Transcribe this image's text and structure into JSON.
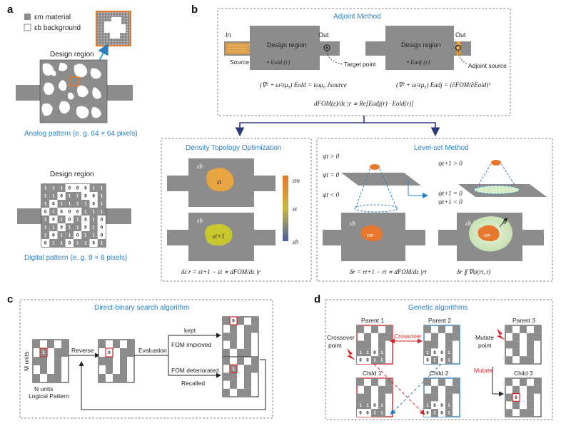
{
  "panels": {
    "a": {
      "letter": "a",
      "legend_material": "εm material",
      "legend_background": "εb background",
      "design_region_top": "Design region",
      "analog_caption": "Analog pattern (e. g. 64 × 64 pixels)",
      "design_region_bottom": "Design region",
      "digital_caption": "Digital pattern (e. g. 8 × 8 pixels)",
      "digital_grid": [
        "11100011",
        "11011001",
        "10111101",
        "01000111",
        "10101010",
        "11011010",
        "10110110",
        "01101101"
      ]
    },
    "b": {
      "letter": "b",
      "adjoint_title": "Adjoint Method",
      "in": "In",
      "out_left": "Out",
      "out_right": "Out",
      "design_region_left": "Design region",
      "design_region_right": "Design region",
      "source": "Source",
      "e_old": "• Eold (r)",
      "target_point": "Target point",
      "e_adj": "• Eadj (r)",
      "adjoint_source": "Adjoint source",
      "eq_old": "(∇² + ω²εμ₀) Eold = iωμ₀ Jsource",
      "eq_adj": "(∇² + ω²εμ₀) Eadj = (∂FOM/∂Eold)ᵀ",
      "eq_grad": "dFOM(ε)/dε |r ∝ Re[Eadj(r) · Eold(r)]",
      "density_title": "Density Topology  Optimization",
      "eps_b_1": "εb",
      "eps_t": "εt",
      "eps_b_2": "εb",
      "eps_t1": "εt+1",
      "scale_top": "εm",
      "scale_mid": "εt",
      "scale_bottom": "εb",
      "density_eq": "δε  r  =  εt+1 − εt ∝ dFOM/dε |r",
      "levelset_title": "Level-set Method",
      "psi_pos": "ψt > 0",
      "psi_zero": "ψt = 0",
      "psi_neg": "ψt < 0",
      "psi1_pos": "ψt+1 > 0",
      "psi1_zero": "ψt+1 = 0",
      "psi1_neg": "ψt+1 < 0",
      "eps_b_3": "εb",
      "eps_m_1": "εm",
      "eps_b_4": "εb",
      "eps_m_2": "εm",
      "delta_r": "δr",
      "levelset_eq1": "δr = rt+1 − rt ∝ dFOM/dε |rt",
      "levelset_eq2": "δr ∥ ∇ψ(rt, t)"
    },
    "c": {
      "letter": "c",
      "title": "Direct-binary search algorithm",
      "m_units": "M units",
      "n_units": "N units",
      "logical_pattern": "Logical Pattern",
      "cell_one": "1",
      "cell_zero": "0",
      "cell_zero_kept": "0",
      "cell_one_recalled": "1",
      "reverse": "Reverse",
      "evaluation": "Evaluation",
      "kept": "kept",
      "fom_improved": "FOM improved",
      "fom_deteriorated": "FOM deteriorated",
      "recalled": "Recalled"
    },
    "d": {
      "letter": "d",
      "title": "Genetic algorithms",
      "parent1": "Parent 1",
      "parent2": "Parent 2",
      "parent3": "Parent 3",
      "crossover_point": "Crossover\npoint",
      "crossover": "Crossover",
      "mutate_point": "Mutate\npoint",
      "mutate": "Mutate",
      "child1": "Child 1",
      "child2": "Child 2",
      "child3": "Child 3",
      "p1_row": [
        "1",
        "1",
        "0",
        "1"
      ],
      "p2_row": [
        "1",
        "0",
        "0",
        "1"
      ],
      "c1_row": [
        "1",
        "1",
        "0",
        "1"
      ],
      "c2_row": [
        "1",
        "0",
        "0",
        "1"
      ],
      "p1_row2": [
        "0",
        "0",
        "1",
        "1"
      ],
      "p2_row2": [
        "0",
        "1",
        "0",
        "1"
      ],
      "c1_row2": [
        "0",
        "0",
        "1",
        "1"
      ],
      "c2_row2": [
        "0",
        "1",
        "0",
        "1"
      ],
      "child3_cell": "0"
    }
  },
  "colors": {
    "material_gray": "#8c8c8c",
    "accent_blue": "#2a7fc0",
    "accent_red": "#d42424",
    "orange": "#e8772e",
    "yellow": "#d6d02a",
    "navy_arrow": "#2b3a78",
    "green_region": "#d7ecc8"
  }
}
